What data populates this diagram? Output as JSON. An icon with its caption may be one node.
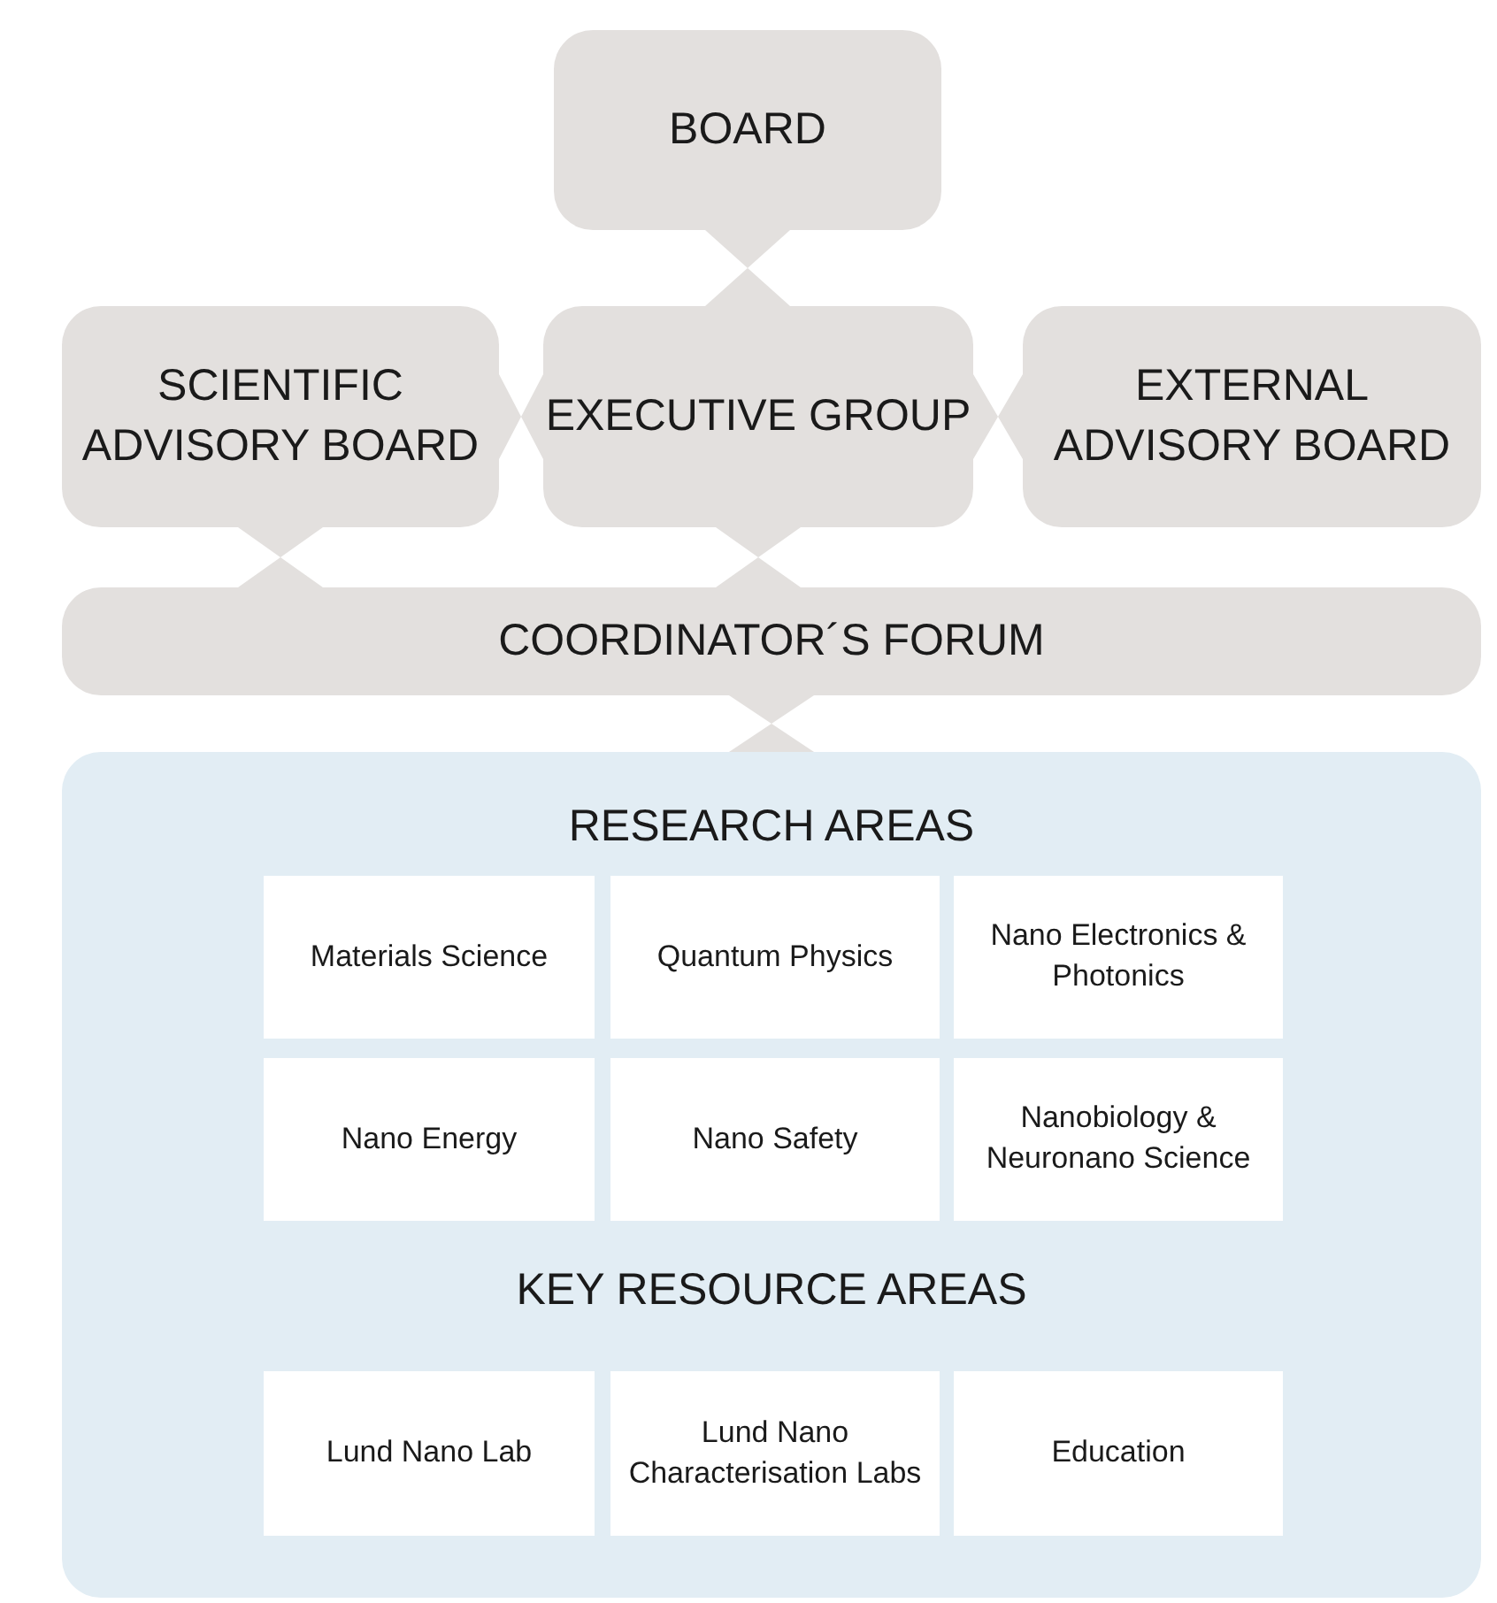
{
  "diagram": {
    "nodes": [
      {
        "text": [
          "BOARD"
        ]
      },
      {
        "text": [
          "SCIENTIFIC ADVISORY BOARD"
        ]
      },
      {
        "text": [
          "EXECUTIVE GROUP"
        ]
      },
      {
        "text": [
          "EXTERNAL ADVISORY BOARD"
        ]
      },
      {
        "text": [
          "COORDINATOR´S FORUM"
        ]
      },
      {
        "text": [
          "RESEARCH AREAS",
          "KEY RESOURCE AREAS"
        ]
      },
      {
        "text": [
          "Materials Science"
        ],
        "in": 5
      },
      {
        "text": [
          "Quantum Physics"
        ],
        "in": 5
      },
      {
        "text": [
          "Nano Electronics & Photonics"
        ],
        "in": 5
      },
      {
        "text": [
          "Nano Energy"
        ],
        "in": 5
      },
      {
        "text": [
          "Nano Safety"
        ],
        "in": 5
      },
      {
        "text": [
          "Nanobiology & Neuronano Science"
        ],
        "in": 5
      },
      {
        "text": [
          "Lund Nano Lab"
        ],
        "in": 5
      },
      {
        "text": [
          "Lund Nano Characterisation Labs"
        ],
        "in": 5
      },
      {
        "text": [
          "Education"
        ],
        "in": 5
      }
    ],
    "edges": [
      {
        "from": 0,
        "to": 2,
        "arrow": "none"
      },
      {
        "from": 1,
        "to": 2,
        "arrow": "none"
      },
      {
        "from": 2,
        "to": 3,
        "arrow": "none"
      },
      {
        "from": 1,
        "to": 4,
        "arrow": "none"
      },
      {
        "from": 2,
        "to": 4,
        "arrow": "none"
      },
      {
        "from": 4,
        "to": 5,
        "arrow": "none"
      }
    ]
  }
}
